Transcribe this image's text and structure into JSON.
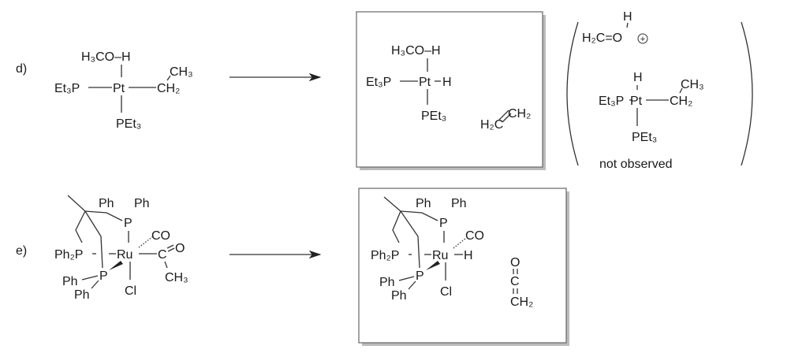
{
  "reaction_d": {
    "label": "d)",
    "reactant": {
      "methanol": "H₃CO–H",
      "metal": "Pt",
      "ligand_left": "Et₃P",
      "ligand_bottom": "PEt₃",
      "ethyl_ch2": "CH₂",
      "ethyl_ch3": "CH₃"
    },
    "product": {
      "methanol": "H₃CO–H",
      "metal": "Pt",
      "hydride": "H",
      "ligand_left": "Et₃P",
      "ligand_bottom": "PEt₃",
      "ethylene_left": "H₂C",
      "ethylene_right": "CH₂"
    },
    "not_observed": {
      "oxonium": "H₂C=O",
      "oxonium_h": "H",
      "charge": "+",
      "metal": "Pt",
      "hydride": "H",
      "ligand_left": "Et₃P",
      "ligand_bottom": "PEt₃",
      "ethyl_ch2": "CH₂",
      "ethyl_ch3": "CH₃",
      "caption": "not observed"
    }
  },
  "reaction_e": {
    "label": "e)",
    "reactant": {
      "ph_top_left": "Ph",
      "ph_top_right": "Ph",
      "p_top": "P",
      "ph2p": "Ph₂P",
      "metal": "Ru",
      "carbonyl": "CO",
      "acyl_c": "C",
      "acyl_o": "O",
      "acyl_ch3": "CH₃",
      "p_lower": "P",
      "ph_lower_1": "Ph",
      "ph_lower_2": "Ph",
      "chloride": "Cl"
    },
    "product": {
      "ph_top_left": "Ph",
      "ph_top_right": "Ph",
      "p_top": "P",
      "ph2p": "Ph₂P",
      "metal": "Ru",
      "carbonyl": "CO",
      "hydride": "H",
      "p_lower": "P",
      "ph_lower_1": "Ph",
      "ph_lower_2": "Ph",
      "chloride": "Cl",
      "ketene_o": "O",
      "ketene_c": "C",
      "ketene_ch2": "CH₂"
    }
  }
}
